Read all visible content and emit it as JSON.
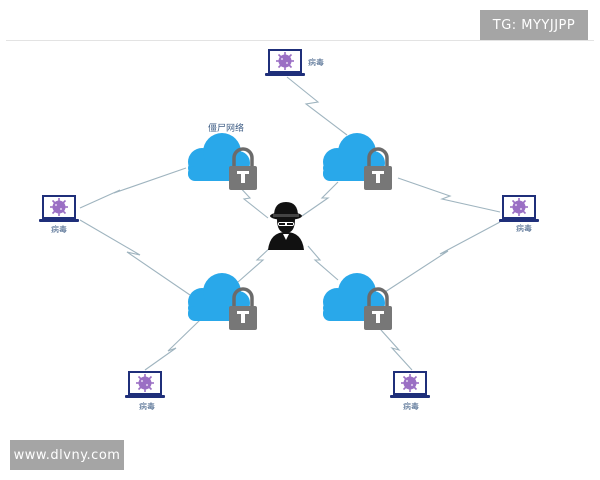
{
  "watermark_top": "TG: MYYJJPP",
  "watermark_bottom": "www.dlvny.com",
  "botnet_label": "僵尸网络",
  "virus_label": "病毒",
  "colors": {
    "cloud": "#29a8ea",
    "cloud_light": "#6fc6f3",
    "lock": "#777777",
    "laptop_frame": "#1f2f7a",
    "virus": "#9b6fc4",
    "link": "#9fb4bf",
    "watermark_bg": "#a5a5a5"
  }
}
